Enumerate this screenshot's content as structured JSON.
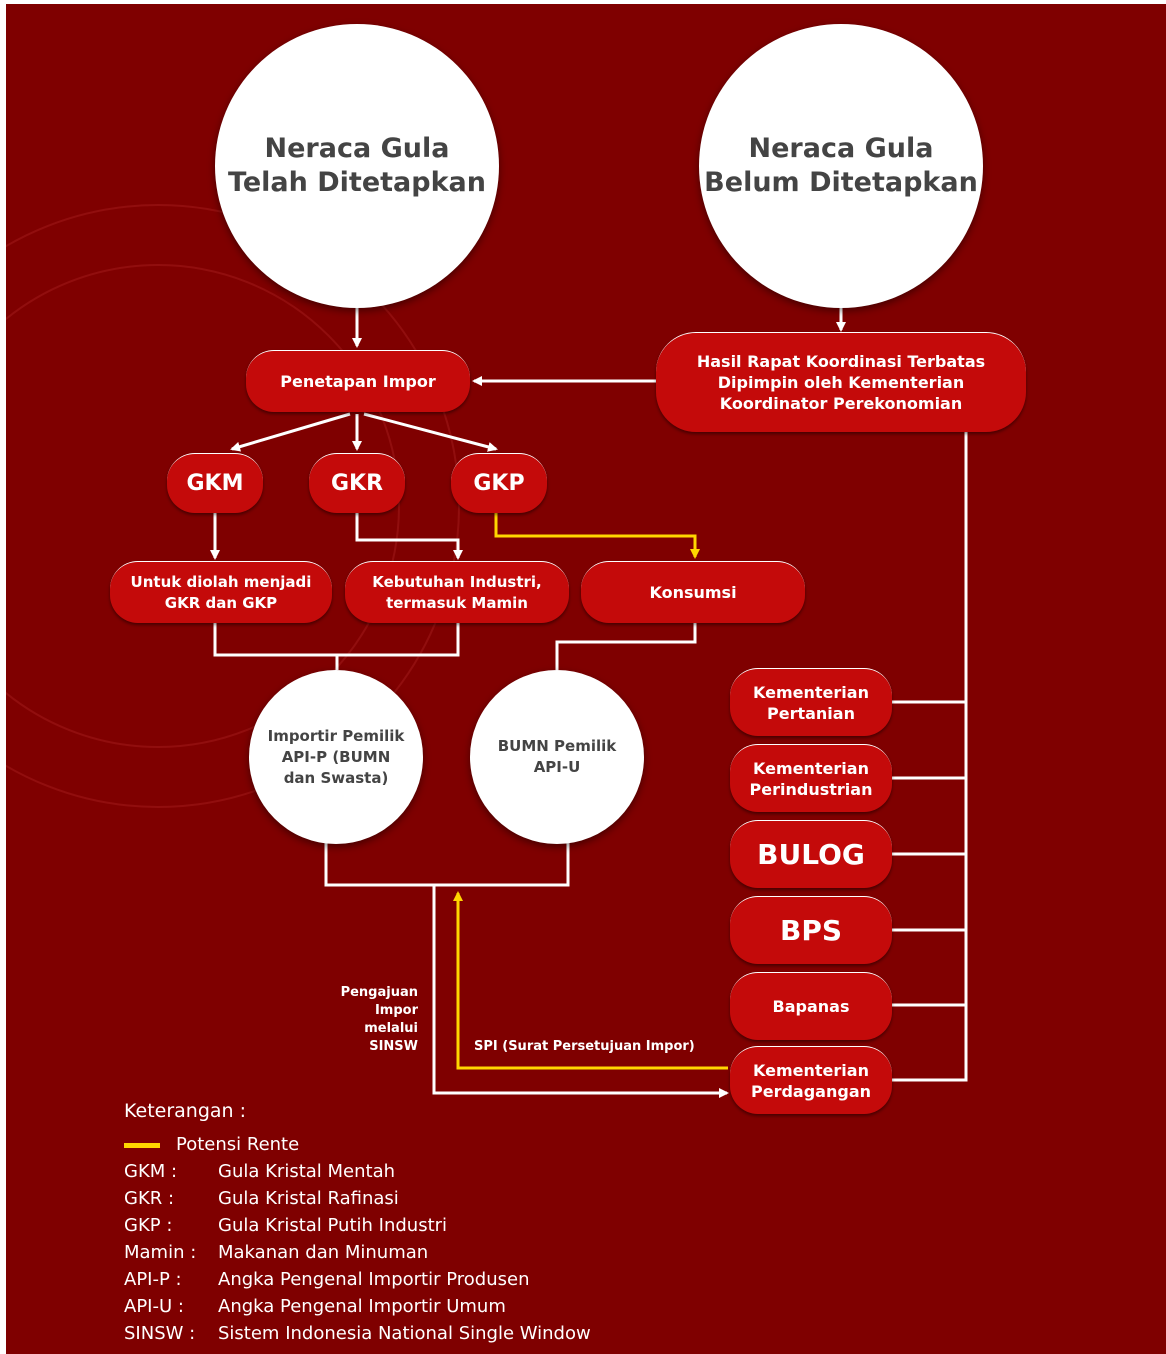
{
  "colors": {
    "background": "#7f0000",
    "node_fill": "#c40a0a",
    "circle_fill": "#ffffff",
    "connector": "#ffffff",
    "rent_path": "#ffd600"
  },
  "circles": {
    "telah": "Neraca Gula\nTelah Ditetapkan",
    "belum": "Neraca Gula\nBelum Ditetapkan",
    "importir": "Importir Pemilik\nAPI-P (BUMN\ndan Swasta)",
    "bumn": "BUMN Pemilik\nAPI-U"
  },
  "nodes": {
    "penetapan": "Penetapan Impor",
    "rakortas": "Hasil Rapat Koordinasi Terbatas\nDipimpin oleh Kementerian\nKoordinator Perekonomian",
    "gkm": "GKM",
    "gkr": "GKR",
    "gkp": "GKP",
    "diolah": "Untuk diolah menjadi\nGKR dan GKP",
    "industri": "Kebutuhan Industri,\ntermasuk Mamin",
    "konsumsi": "Konsumsi"
  },
  "agencies": [
    "Kementerian\nPertanian",
    "Kementerian\nPerindustrian",
    "BULOG",
    "BPS",
    "Bapanas",
    "Kementerian\nPerdagangan"
  ],
  "notes": {
    "pengajuan": "Pengajuan\nImpor\nmelalui\nSINSW",
    "spi": "SPI (Surat Persetujuan Impor)"
  },
  "legend": {
    "title": "Keterangan :",
    "swatch_label": "Potensi Rente",
    "items": [
      {
        "abbr": "GKM :",
        "desc": "Gula Kristal Mentah"
      },
      {
        "abbr": "GKR :",
        "desc": "Gula Kristal Rafinasi"
      },
      {
        "abbr": "GKP :",
        "desc": "Gula Kristal Putih Industri"
      },
      {
        "abbr": "Mamin :",
        "desc": "Makanan dan Minuman"
      },
      {
        "abbr": "API-P :",
        "desc": "Angka Pengenal Importir Produsen"
      },
      {
        "abbr": "API-U :",
        "desc": "Angka Pengenal Importir Umum"
      },
      {
        "abbr": "SINSW :",
        "desc": "Sistem Indonesia National Single Window"
      }
    ]
  }
}
